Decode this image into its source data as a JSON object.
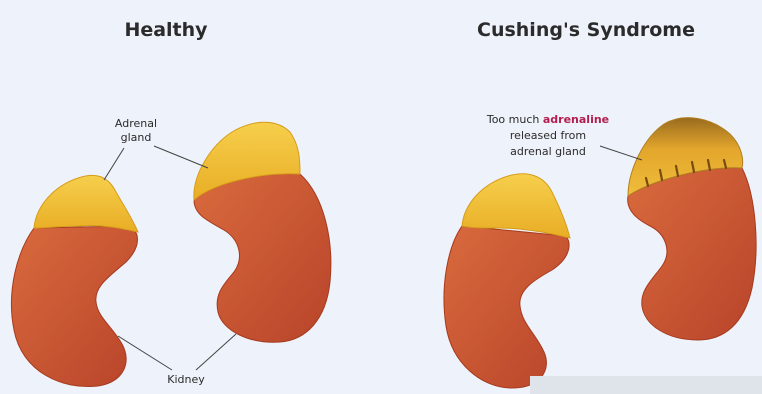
{
  "titles": {
    "healthy": "Healthy",
    "cushing": "Cushing's Syndrome"
  },
  "labels": {
    "adrenal_gland_line1": "Adrenal",
    "adrenal_gland_line2": "gland",
    "kidney": "Kidney",
    "too_much_prefix": "Too much",
    "adrenaline": "adrenaline",
    "released_from": "released from",
    "adrenal_gland": "adrenal gland"
  },
  "colors": {
    "background": "#eef2fa",
    "kidney": "#cf5a34",
    "kidney_dark": "#a63a1e",
    "adrenal": "#f3c23a",
    "adrenal_dark": "#d69d1c",
    "adrenal_diseased": "#e0a52a",
    "highlight_text": "#b31e4e",
    "text": "#2b2b2b",
    "leader_line": "#444444"
  }
}
